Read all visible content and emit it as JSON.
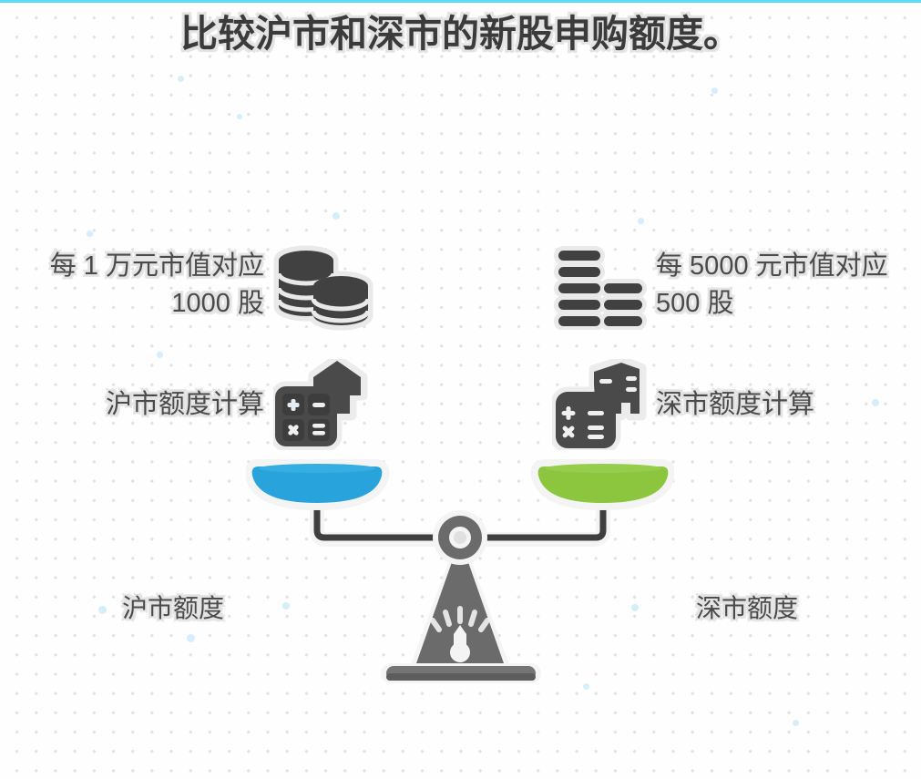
{
  "page": {
    "title": "比较沪市和深市的新股申购额度。",
    "background_color": "#fefefe",
    "dot_color": "#e2e2e2",
    "accent_strip_color": "#5ddcf7"
  },
  "left_side": {
    "ratio_label": "每 1 万元市值对应 1000 股",
    "calc_label": "沪市额度计算",
    "pan_label": "沪市额度",
    "pan_color": "#29a3db",
    "icons": [
      "coin-stack-icon",
      "calculator-house-icon"
    ]
  },
  "right_side": {
    "ratio_label": "每 5000 元市值对应 500 股",
    "calc_label": "深市额度计算",
    "pan_label": "深市额度",
    "pan_color": "#8cc63e",
    "icons": [
      "coin-bars-icon",
      "calculator-building-icon"
    ]
  },
  "scale": {
    "beam_color": "#3f3f3f",
    "body_color": "#6b6b6b",
    "outline_color": "#f0f0f0",
    "base_color": "#5a5a5a"
  },
  "calculator_keys": {
    "plus": "+",
    "minus": "−",
    "times": "×",
    "equals": "="
  }
}
